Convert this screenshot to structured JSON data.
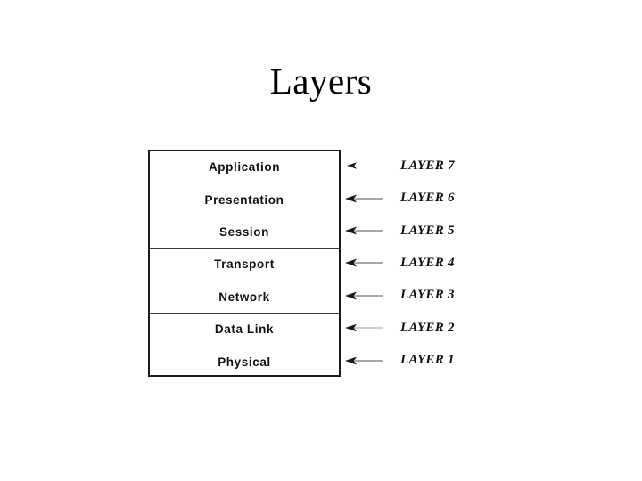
{
  "slide": {
    "title": "Layers",
    "background_color": "#ffffff"
  },
  "diagram": {
    "type": "osi-layer-stack",
    "box_border_color": "#1a1a1a",
    "arrow_line_color": "#8a8a8a",
    "arrow_head_color": "#1a1a1a",
    "text_color": "#111111",
    "rows": [
      {
        "name": "Application",
        "number_label": "LAYER 7",
        "has_arrow_line": false
      },
      {
        "name": "Presentation",
        "number_label": "LAYER 6",
        "has_arrow_line": true
      },
      {
        "name": "Session",
        "number_label": "LAYER 5",
        "has_arrow_line": true
      },
      {
        "name": "Transport",
        "number_label": "LAYER 4",
        "has_arrow_line": true
      },
      {
        "name": "Network",
        "number_label": "LAYER 3",
        "has_arrow_line": true
      },
      {
        "name": "Data Link",
        "number_label": "LAYER 2",
        "has_arrow_line": true
      },
      {
        "name": "Physical",
        "number_label": "LAYER 1",
        "has_arrow_line": true
      }
    ]
  }
}
